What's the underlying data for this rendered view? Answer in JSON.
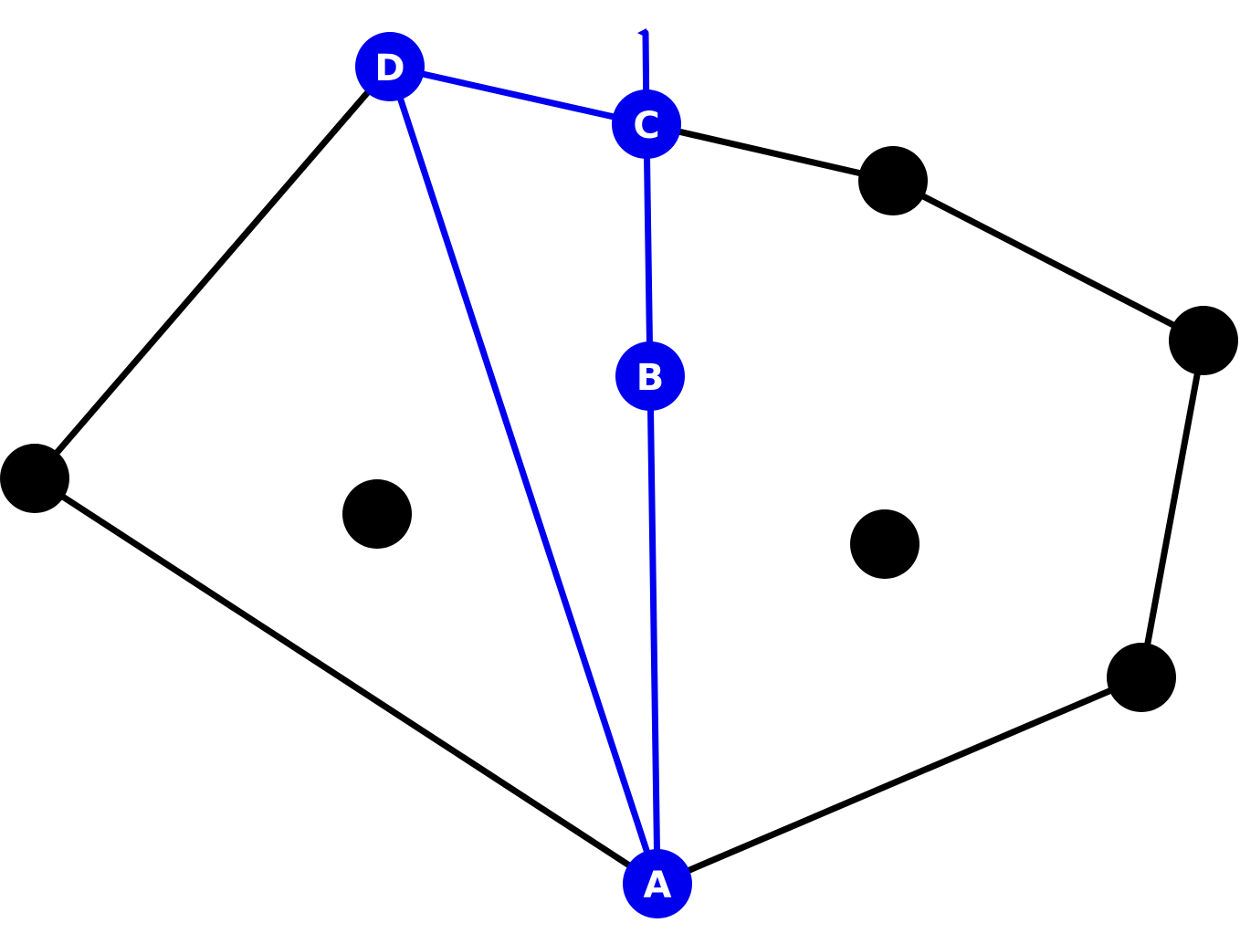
{
  "diagram": {
    "colors": {
      "background": "#ffffff",
      "hull_edge": "#000000",
      "highlight": "#0000ee",
      "label_text": "#ffffff"
    },
    "labels": {
      "a": "A",
      "b": "B",
      "c": "C",
      "d": "D"
    }
  }
}
